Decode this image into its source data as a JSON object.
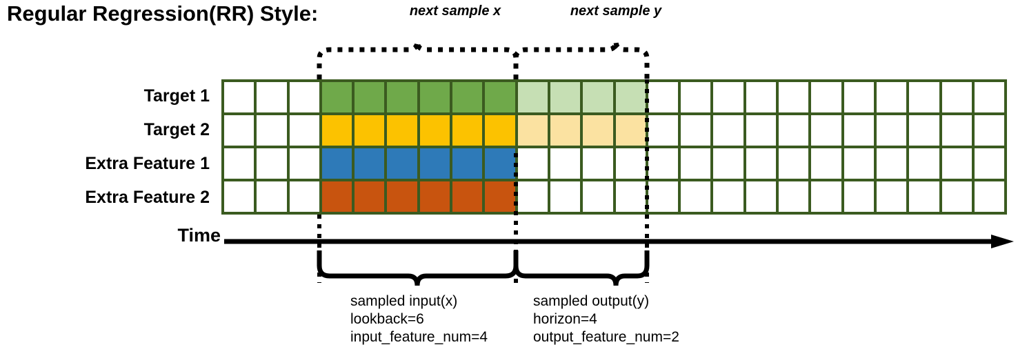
{
  "title": "Regular Regression(RR) Style:",
  "top_captions": {
    "next_sample_x": "next sample x",
    "next_sample_y": "next sample y"
  },
  "row_labels": [
    "Target 1",
    "Target 2",
    "Extra Feature 1",
    "Extra Feature 2"
  ],
  "axis": {
    "time_label": "Time"
  },
  "bottom_blocks": {
    "input": {
      "line1": "sampled input(x)",
      "line2": "lookback=6",
      "line3": "input_feature_num=4"
    },
    "output": {
      "line1": "sampled output(y)",
      "line2": "horizon=4",
      "line3": "output_feature_num=2"
    }
  },
  "colors": {
    "grid_border": "#3B5B20",
    "empty": "#FFFFFF",
    "target1_input": "#6FA94A",
    "target1_output": "#C6DFB4",
    "target2_input": "#FCC200",
    "target2_output": "#FBE2A1",
    "extra1_input": "#2E7AB8",
    "extra2_input": "#C8540F",
    "line": "#000000"
  },
  "chart_data": {
    "type": "heatmap",
    "title": "Regular Regression(RR) Style:",
    "total_columns": 24,
    "lookback": 6,
    "horizon": 4,
    "input_feature_num": 4,
    "output_feature_num": 2,
    "input_start_column": 4,
    "input_end_column": 9,
    "output_start_column": 10,
    "output_end_column": 13,
    "rows": [
      {
        "label": "Target 1",
        "cells": [
          "empty",
          "empty",
          "empty",
          "target1_input",
          "target1_input",
          "target1_input",
          "target1_input",
          "target1_input",
          "target1_input",
          "target1_output",
          "target1_output",
          "target1_output",
          "target1_output",
          "empty",
          "empty",
          "empty",
          "empty",
          "empty",
          "empty",
          "empty",
          "empty",
          "empty",
          "empty",
          "empty"
        ]
      },
      {
        "label": "Target 2",
        "cells": [
          "empty",
          "empty",
          "empty",
          "target2_input",
          "target2_input",
          "target2_input",
          "target2_input",
          "target2_input",
          "target2_input",
          "target2_output",
          "target2_output",
          "target2_output",
          "target2_output",
          "empty",
          "empty",
          "empty",
          "empty",
          "empty",
          "empty",
          "empty",
          "empty",
          "empty",
          "empty",
          "empty"
        ]
      },
      {
        "label": "Extra Feature 1",
        "cells": [
          "empty",
          "empty",
          "empty",
          "extra1_input",
          "extra1_input",
          "extra1_input",
          "extra1_input",
          "extra1_input",
          "extra1_input",
          "empty",
          "empty",
          "empty",
          "empty",
          "empty",
          "empty",
          "empty",
          "empty",
          "empty",
          "empty",
          "empty",
          "empty",
          "empty",
          "empty",
          "empty"
        ]
      },
      {
        "label": "Extra Feature 2",
        "cells": [
          "empty",
          "empty",
          "empty",
          "extra2_input",
          "extra2_input",
          "extra2_input",
          "extra2_input",
          "extra2_input",
          "extra2_input",
          "empty",
          "empty",
          "empty",
          "empty",
          "empty",
          "empty",
          "empty",
          "empty",
          "empty",
          "empty",
          "empty",
          "empty",
          "empty",
          "empty",
          "empty"
        ]
      }
    ],
    "annotations": [
      {
        "text": "next sample x",
        "span_columns": [
          4,
          9
        ],
        "position": "top"
      },
      {
        "text": "next sample y",
        "span_columns": [
          10,
          13
        ],
        "position": "top"
      },
      {
        "text": "sampled input(x) lookback=6 input_feature_num=4",
        "span_columns": [
          4,
          9
        ],
        "position": "bottom"
      },
      {
        "text": "sampled output(y) horizon=4 output_feature_num=2",
        "span_columns": [
          10,
          13
        ],
        "position": "bottom"
      }
    ]
  }
}
